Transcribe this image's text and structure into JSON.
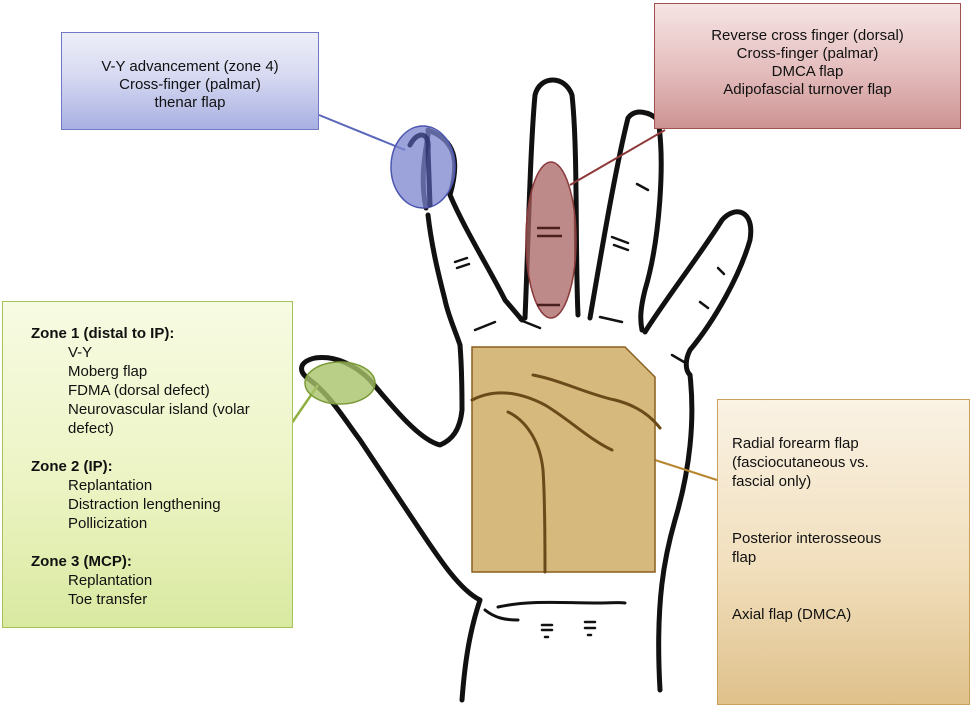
{
  "figure": {
    "subject": "hand-diagram",
    "colors": {
      "blue": "#7b84cf",
      "red": "#b87a7a",
      "green": "#a8c36a",
      "tan": "#d6b97c",
      "outline": "#111111",
      "crease": "#6b4a1a"
    }
  },
  "callouts": {
    "fingertip": {
      "lines": [
        "V-Y advancement (zone 4)",
        "Cross-finger (palmar)",
        "thenar flap"
      ]
    },
    "middle_finger": {
      "lines": [
        "Reverse cross finger (dorsal)",
        "Cross-finger (palmar)",
        "DMCA flap",
        "Adipofascial turnover flap"
      ]
    },
    "thumb": {
      "zones": [
        {
          "heading": "Zone 1 (distal to IP):",
          "items": [
            "V-Y",
            "Moberg flap",
            "FDMA (dorsal defect)",
            "Neurovascular island (volar",
            "defect)"
          ]
        },
        {
          "heading": "Zone 2 (IP):",
          "items": [
            "Replantation",
            "Distraction lengthening",
            "Pollicization"
          ]
        },
        {
          "heading": "Zone 3 (MCP):",
          "items": [
            "Replantation",
            "Toe transfer"
          ]
        }
      ]
    },
    "palm": {
      "items": [
        [
          "Radial forearm flap",
          "(fasciocutaneous vs.",
          "fascial only)"
        ],
        [
          "Posterior interosseous",
          "flap"
        ],
        [
          "Axial flap (DMCA)"
        ]
      ]
    }
  }
}
